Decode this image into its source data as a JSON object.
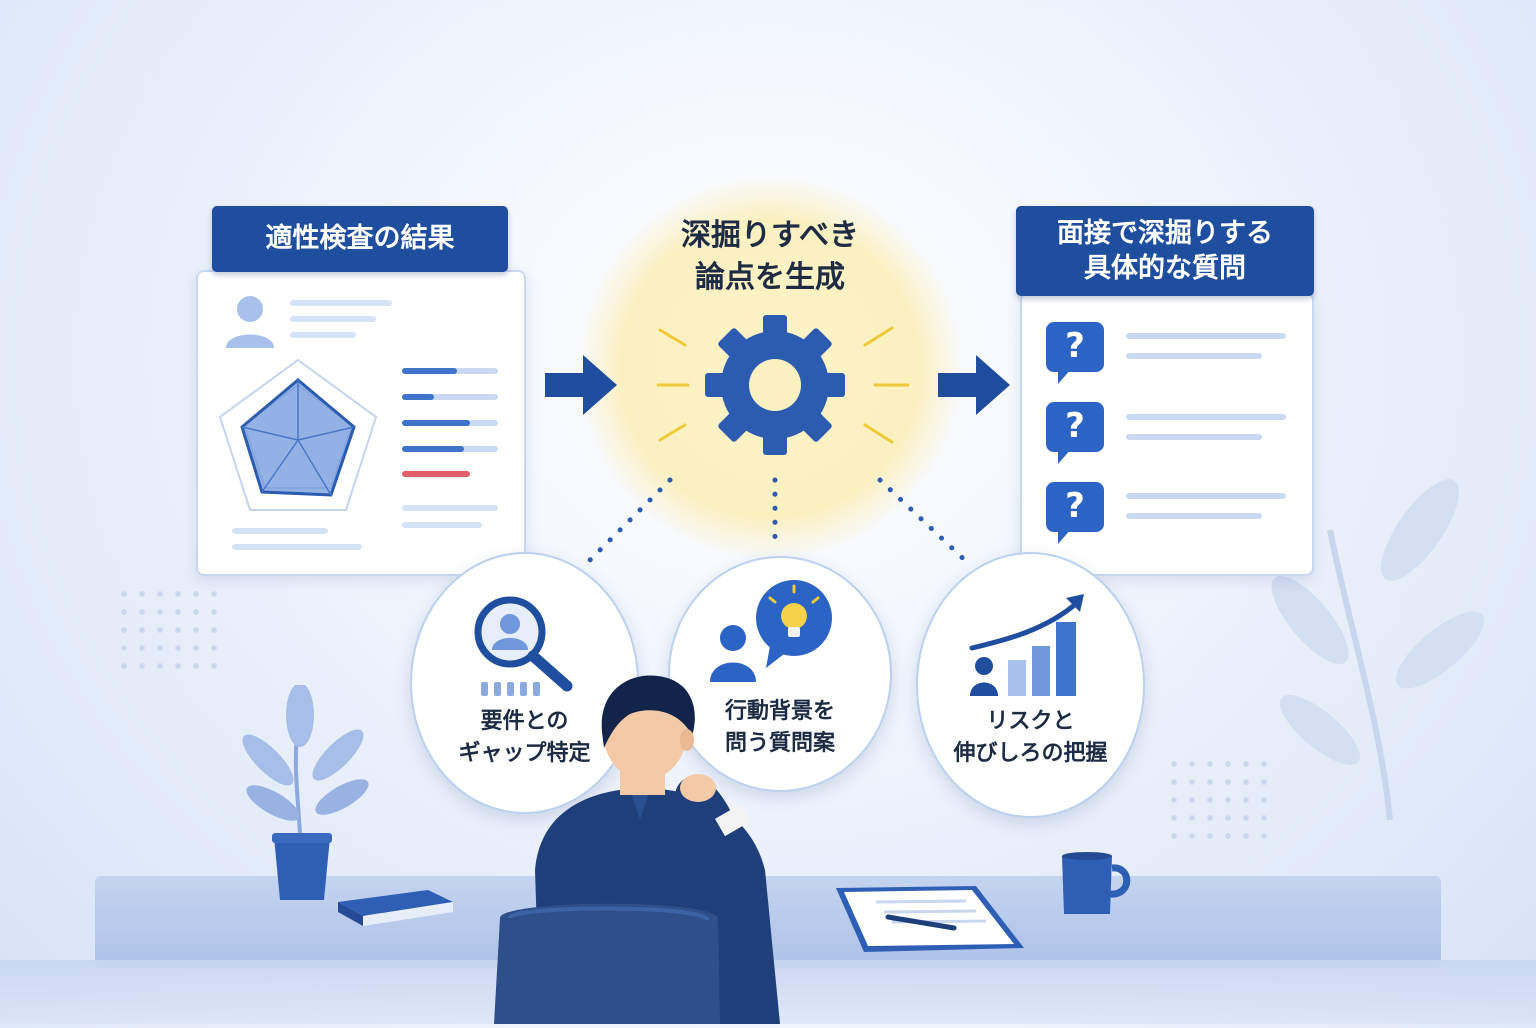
{
  "left_panel": {
    "title": "適性検査の結果",
    "icons": [
      "user-icon",
      "radar-chart-icon"
    ]
  },
  "center": {
    "title_line1": "深掘りすべき",
    "title_line2": "論点を生成",
    "icon": "gear-icon"
  },
  "right_panel": {
    "title_line1": "面接で深掘りする",
    "title_line2": "具体的な質問",
    "question_icon_glyph": "?",
    "icons": [
      "question-bubble-icon",
      "question-bubble-icon",
      "question-bubble-icon"
    ]
  },
  "bubbles": [
    {
      "line1": "要件との",
      "line2": "ギャップ特定",
      "icon": "magnifier-user-icon"
    },
    {
      "line1": "行動背景を",
      "line2": "問う質問案",
      "icon": "person-lightbulb-icon"
    },
    {
      "line1": "リスクと",
      "line2": "伸びしろの把握",
      "icon": "growth-chart-icon"
    }
  ],
  "colors": {
    "primary": "#1f4e9e",
    "accent": "#3f74cc",
    "highlight": "#fdf0b8",
    "warning_bar": "#e0606b",
    "spark": "#f0c93a"
  }
}
